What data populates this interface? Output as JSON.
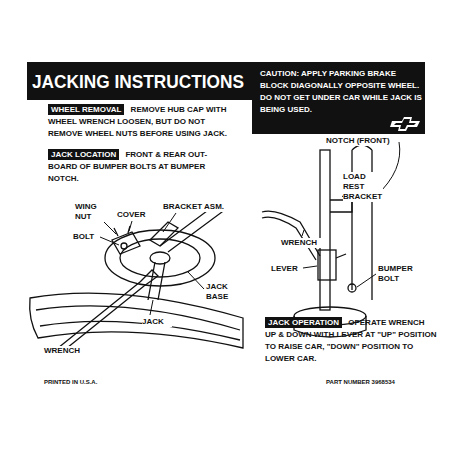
{
  "diagram": {
    "title": "JACKING INSTRUCTIONS",
    "nodes": [
      {
        "text": [
          "CAUTION: APPLY PARKING BRAKE BLOCK DIAGONALLY OPPOSITE WHEEL. DO NOT GET UNDER CAR WHILE JACK IS BEING USED."
        ]
      },
      {
        "text": [
          "WHEEL REMOVAL",
          "REMOVE HUB CAP WITH WHEEL WRENCH LOOSEN, BUT DO NOT REMOVE WHEEL NUTS BEFORE USING JACK."
        ]
      },
      {
        "text": [
          "JACK LOCATION",
          "FRONT & REAR OUT- BOARD OF BUMPER BOLTS AT BUMPER NOTCH."
        ]
      },
      {
        "text": [
          "JACK OPERATION",
          "OPERATE WRENCH UP & DOWN WITH LEVER AT \"UP\" POSITION TO RAISE CAR, \"DOWN\" POSITION TO LOWER CAR."
        ]
      }
    ],
    "labels": [
      "WING NUT",
      "COVER",
      "BRACKET ASM.",
      "BOLT",
      "JACK BASE",
      "JACK",
      "WRENCH",
      "NOTCH (FRONT)",
      "LOAD REST BRACKET",
      "WRENCH",
      "LEVER",
      "BUMPER BOLT",
      "PRINTED IN U.S.A.",
      "PART NUMBER 3968534"
    ]
  }
}
